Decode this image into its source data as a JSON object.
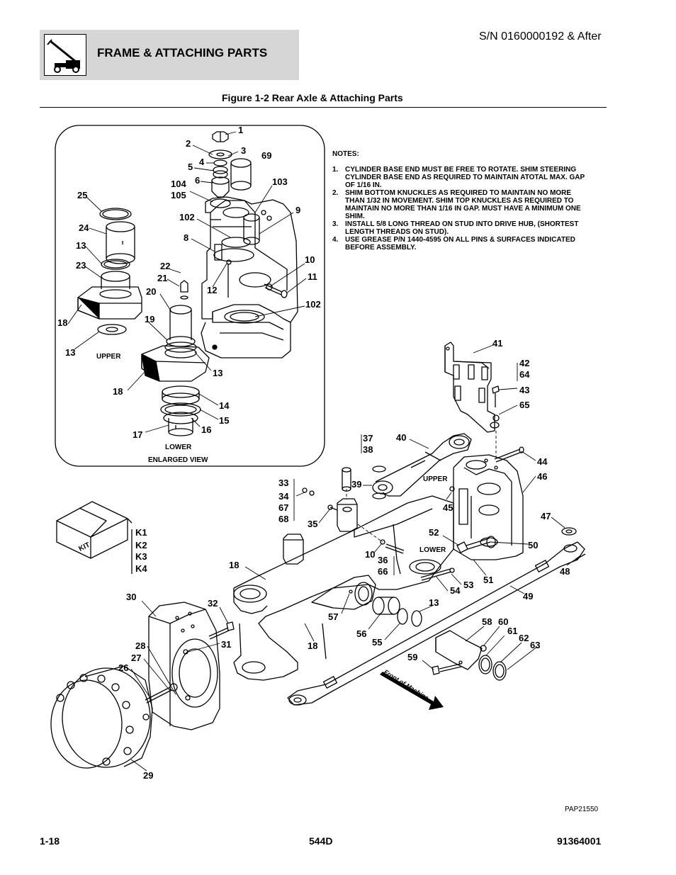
{
  "header": {
    "section_title": "FRAME & ATTACHING PARTS",
    "serial": "S/N 0160000192 & After",
    "icon": "frame-lift-icon"
  },
  "figure": {
    "title": "Figure 1-2 Rear Axle & Attaching Parts",
    "drawing_number": "PAP21550"
  },
  "notes": {
    "title": "NOTES:",
    "items": [
      {
        "num": "1.",
        "text": "CYLINDER BASE END MUST BE FREE TO ROTATE. SHIM STEERING CYLINDER BASE END AS REQUIRED TO MAINTAIN ATOTAL MAX. GAP OF 1/16 IN."
      },
      {
        "num": "2.",
        "text": "SHIM BOTTOM KNUCKLES AS REQUIRED TO MAINTAIN NO MORE THAN 1/32 IN MOVEMENT. SHIM TOP KNUCKLES AS REQUIRED TO MAINTAIN NO MORE THAN 1/16 IN GAP. MUST HAVE A MINIMUM ONE SHIM."
      },
      {
        "num": "3.",
        "text": "INSTALL 5/8 LONG THREAD ON STUD INTO DRIVE HUB, (SHORTEST LENGTH THREADS ON STUD)."
      },
      {
        "num": "4.",
        "text": "USE GREASE P/N 1440-4595 ON ALL PINS & SURFACES INDICATED BEFORE ASSEMBLY."
      }
    ]
  },
  "diagram": {
    "enlarged_view_label": "ENLARGED VIEW",
    "upper_label": "UPPER",
    "lower_label": "LOWER",
    "upper_label_main": "UPPER",
    "lower_label_main": "LOWER",
    "kit_label": "KIT",
    "front_label": "Front of Machine",
    "callouts": {
      "c1": "1",
      "c2": "2",
      "c3": "3",
      "c4": "4",
      "c5": "5",
      "c6": "6",
      "c69": "69",
      "c104": "104",
      "c105": "105",
      "c103": "103",
      "c9": "9",
      "c102a": "102",
      "c8": "8",
      "c25": "25",
      "c24": "24",
      "c13a": "13",
      "c23": "23",
      "c22": "22",
      "c21": "21",
      "c20": "20",
      "c12": "12",
      "c10a": "10",
      "c11": "11",
      "c102b": "102",
      "c18a": "18",
      "c19": "19",
      "c13b": "13",
      "c13c": "13",
      "c18b": "18",
      "c14": "14",
      "c15": "15",
      "c16": "16",
      "c17": "17",
      "c41": "41",
      "c42": "42",
      "c64": "64",
      "c43": "43",
      "c65": "65",
      "c37": "37",
      "c38": "38",
      "c40": "40",
      "c44": "44",
      "c46": "46",
      "c33": "33",
      "c34": "34",
      "c67": "67",
      "c68": "68",
      "c39": "39",
      "c35": "35",
      "c45": "45",
      "c47": "47",
      "c52": "52",
      "c50": "50",
      "c48": "48",
      "c10b": "10",
      "c36": "36",
      "c66": "66",
      "c51": "51",
      "c18c": "18",
      "c53": "53",
      "c54": "54",
      "c49": "49",
      "ck1": "K1",
      "ck2": "K2",
      "ck3": "K3",
      "ck4": "K4",
      "c30": "30",
      "c32": "32",
      "c13d": "13",
      "c57": "57",
      "c58": "58",
      "c60": "60",
      "c61": "61",
      "c56": "56",
      "c55": "55",
      "c18d": "18",
      "c62": "62",
      "c63": "63",
      "c28": "28",
      "c31": "31",
      "c27": "27",
      "c26": "26",
      "c59": "59",
      "c29": "29"
    }
  },
  "footer": {
    "page": "1-18",
    "model": "544D",
    "manual": "91364001"
  }
}
